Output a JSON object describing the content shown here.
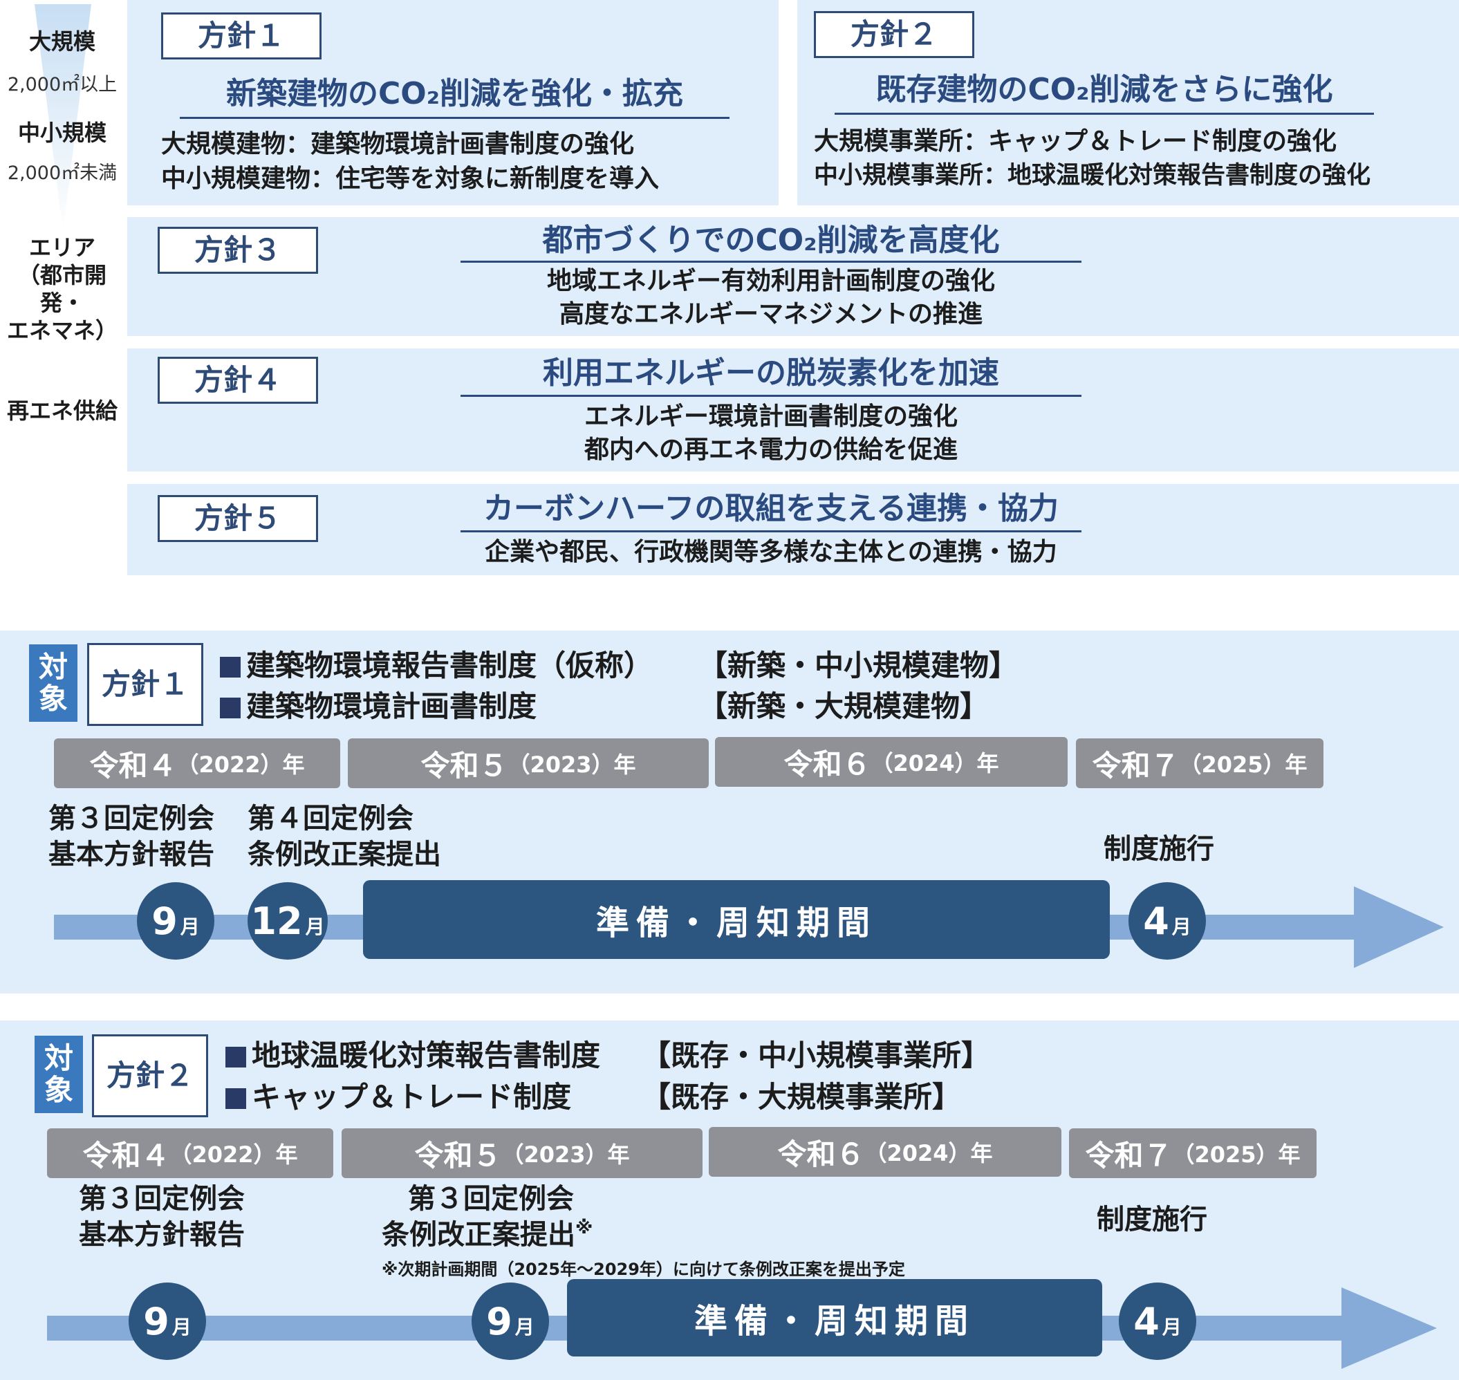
{
  "side_labels": {
    "large": "大規模",
    "large_sub": "2,000㎡以上",
    "small": "中小規模",
    "small_sub": "2,000㎡未満",
    "area_l1": "エリア",
    "area_l2": "（都市開発・",
    "area_l3": "エネマネ）",
    "renew": "再エネ供給"
  },
  "policies": [
    {
      "label": "方針１",
      "heading": "新築建物のCO₂削減を強化・拡充",
      "lines": [
        "大規模建物：建築物環境計画書制度の強化",
        "中小規模建物：住宅等を対象に新制度を導入"
      ]
    },
    {
      "label": "方針２",
      "heading": "既存建物のCO₂削減をさらに強化",
      "lines": [
        "大規模事業所：キャップ＆トレード制度の強化",
        "中小規模事業所：地球温暖化対策報告書制度の強化"
      ]
    },
    {
      "label": "方針３",
      "heading": "都市づくりでのCO₂削減を高度化",
      "lines": [
        "地域エネルギー有効利用計画制度の強化",
        "高度なエネルギーマネジメントの推進"
      ]
    },
    {
      "label": "方針４",
      "heading": "利用エネルギーの脱炭素化を加速",
      "lines": [
        "エネルギー環境計画書制度の強化",
        "都内への再エネ電力の供給を促進"
      ]
    },
    {
      "label": "方針５",
      "heading": "カーボンハーフの取組を支える連携・協力",
      "lines": [
        "企業や都民、行政機関等多様な主体との連携・協力"
      ]
    }
  ],
  "timelines": [
    {
      "tag_l1": "対",
      "tag_l2": "象",
      "policy": "方針１",
      "systems": [
        {
          "name": "建築物環境報告書制度（仮称）",
          "scope": "【新築・中小規模建物】"
        },
        {
          "name": "建築物環境計画書制度",
          "scope": "【新築・大規模建物】"
        }
      ],
      "years": [
        {
          "main": "令和４",
          "sub": "（2022）年"
        },
        {
          "main": "令和５",
          "sub": "（2023）年"
        },
        {
          "main": "令和６",
          "sub": "（2024）年"
        },
        {
          "main": "令和７",
          "sub": "（2025）年"
        }
      ],
      "events": [
        {
          "l1": "第３回定例会",
          "l2": "基本方針報告"
        },
        {
          "l1": "第４回定例会",
          "l2": "条例改正案提出"
        }
      ],
      "enforcement": "制度施行",
      "months": [
        {
          "num": "9",
          "unit": "月"
        },
        {
          "num": "12",
          "unit": "月"
        },
        {
          "num": "4",
          "unit": "月"
        }
      ],
      "period": "準備・周知期間"
    },
    {
      "tag_l1": "対",
      "tag_l2": "象",
      "policy": "方針２",
      "systems": [
        {
          "name": "地球温暖化対策報告書制度",
          "scope": "【既存・中小規模事業所】"
        },
        {
          "name": "キャップ＆トレード制度",
          "scope": "【既存・大規模事業所】"
        }
      ],
      "years": [
        {
          "main": "令和４",
          "sub": "（2022）年"
        },
        {
          "main": "令和５",
          "sub": "（2023）年"
        },
        {
          "main": "令和６",
          "sub": "（2024）年"
        },
        {
          "main": "令和７",
          "sub": "（2025）年"
        }
      ],
      "events": [
        {
          "l1": "第３回定例会",
          "l2": "基本方針報告"
        },
        {
          "l1": "第３回定例会",
          "l2": "条例改正案提出",
          "mark": "※"
        }
      ],
      "note": "※次期計画期間（2025年～2029年）に向けて条例改正案を提出予定",
      "enforcement": "制度施行",
      "months": [
        {
          "num": "9",
          "unit": "月"
        },
        {
          "num": "9",
          "unit": "月"
        },
        {
          "num": "4",
          "unit": "月"
        }
      ],
      "period": "準備・周知期間"
    }
  ],
  "colors": {
    "panel": "#dfeefa",
    "navy": "#2c5580",
    "heading": "#2a4a80",
    "tag": "#3b79be",
    "year_gray": "#8f9196",
    "arrow": "#86abd8"
  }
}
